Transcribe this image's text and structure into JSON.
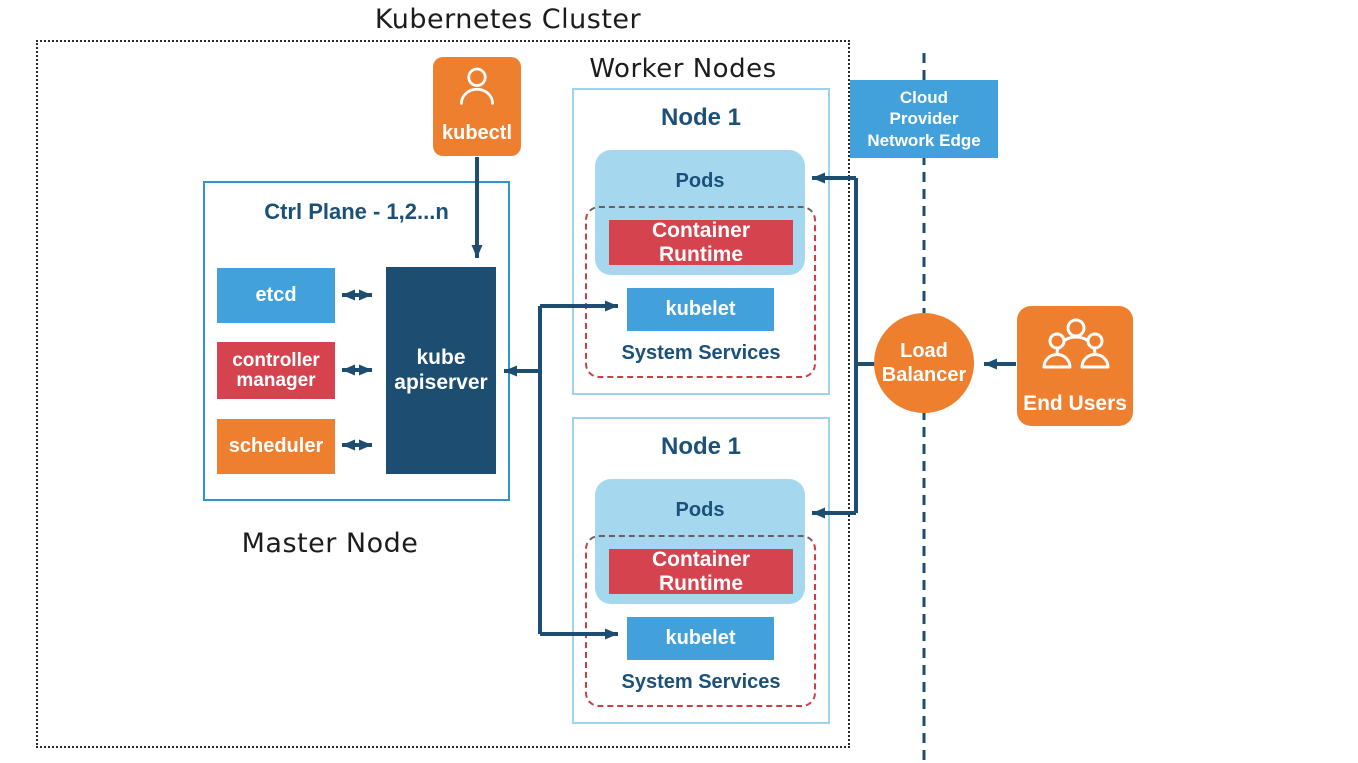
{
  "diagram": {
    "title": "Kubernetes Cluster",
    "master_node_label": "Master Node",
    "worker_nodes_label": "Worker Nodes",
    "kubectl": {
      "label": "kubectl"
    },
    "control_plane": {
      "title": "Ctrl Plane - 1,2...n",
      "etcd_label": "etcd",
      "controller_manager_label": "controller\nmanager",
      "scheduler_label": "scheduler",
      "kube_apiserver_label": "kube\napiserver"
    },
    "nodes": [
      {
        "title": "Node 1",
        "pods_label": "Pods",
        "container_runtime_label": "Container Runtime",
        "kubelet_label": "kubelet",
        "system_services_label": "System Services"
      },
      {
        "title": "Node 1",
        "pods_label": "Pods",
        "container_runtime_label": "Container Runtime",
        "kubelet_label": "kubelet",
        "system_services_label": "System Services"
      }
    ],
    "cloud_edge": {
      "label": "Cloud\nProvider\nNetwork Edge"
    },
    "load_balancer": {
      "label": "Load\nBalancer"
    },
    "end_users": {
      "label": "End Users"
    },
    "colors": {
      "orange": "#ee7f2f",
      "blue": "#42a0da",
      "light_blue": "#a5d8ef",
      "node_border_blue": "#9fd3ec",
      "master_border_blue": "#2e96cf",
      "red": "#d5434e",
      "dashed_red": "#cc3e46",
      "dashed_gray": "#6b5d66",
      "navy": "#1d4d70",
      "dark_blue_text": "#1b5078"
    }
  }
}
